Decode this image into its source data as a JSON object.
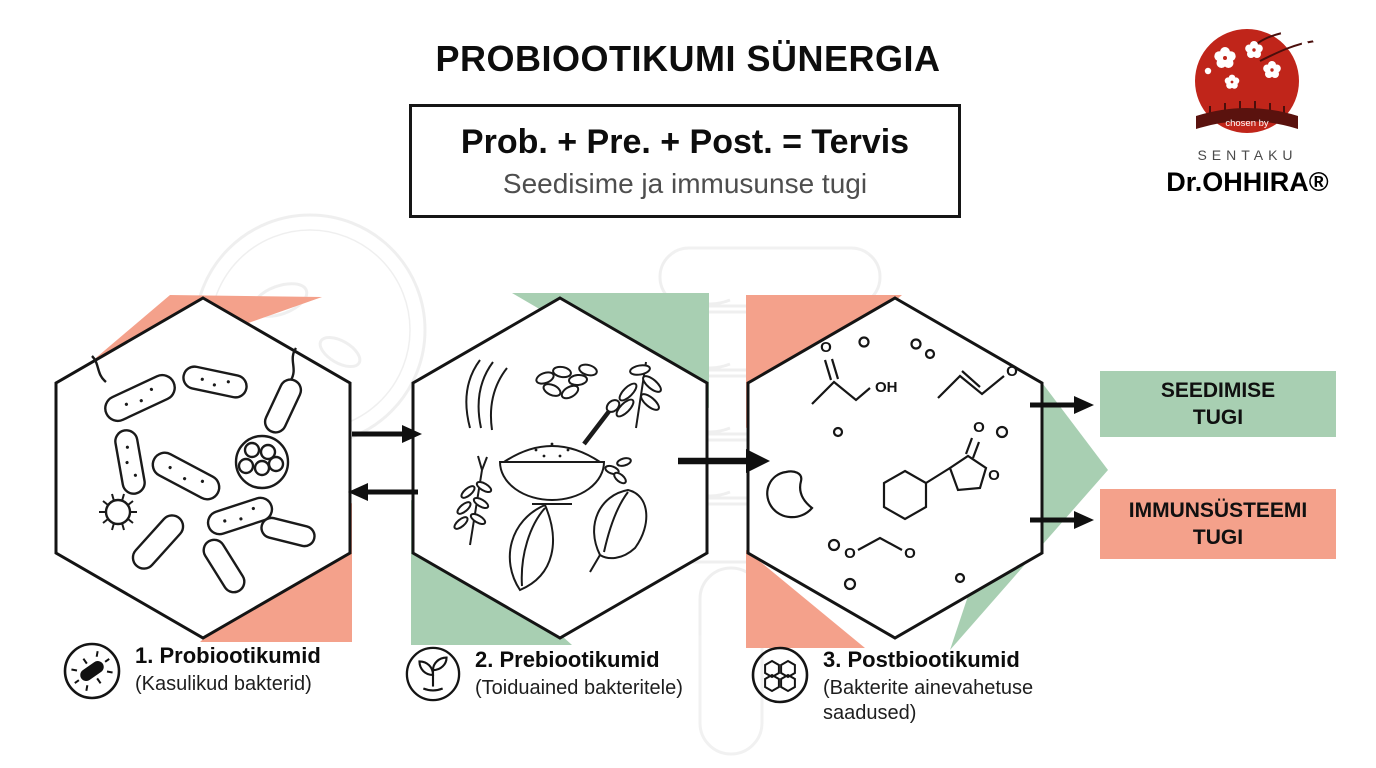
{
  "title": "PROBIOOTIKUMI SÜNERGIA",
  "formula_box": {
    "line1": "Prob. + Pre. + Post. = Tervis",
    "line2": "Seedisime ja immusunse tugi"
  },
  "logo": {
    "chosen_by": "chosen by",
    "brand": "SENTAKU",
    "name": "Dr.OHHIRA®"
  },
  "outputs": {
    "digestion": {
      "label": "SEEDIMISE\nTUGI",
      "color": "#a8cfb2"
    },
    "immune": {
      "label": "IMMUNSÜSTEEMI\nTUGI",
      "color": "#f4a18b"
    }
  },
  "steps": [
    {
      "title": "1. Probiootikumid",
      "subtitle": "(Kasulikud bakterid)",
      "icon": "bacteria-icon"
    },
    {
      "title": "2. Prebiootikumid",
      "subtitle": "(Toiduained bakteritele)",
      "icon": "sprout-icon"
    },
    {
      "title": "3. Postbiootikumid",
      "subtitle": "(Bakterite ainevahetuse saadused)",
      "icon": "molecules-icon"
    }
  ],
  "chem": {
    "oh": "OH",
    "o": "O"
  },
  "colors": {
    "salmon": "#f4a18b",
    "green": "#a8cfb2",
    "ink": "#141414",
    "logo_red": "#c0251a"
  }
}
